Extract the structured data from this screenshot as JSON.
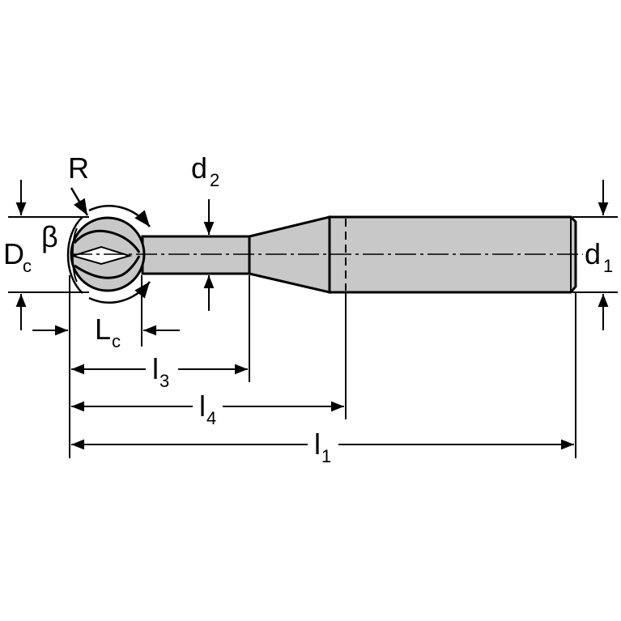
{
  "labels": {
    "r": "R",
    "beta": "β",
    "dc_main": "D",
    "dc_sub": "c",
    "lc_main": "L",
    "lc_sub": "c",
    "d2_main": "d",
    "d2_sub": "2",
    "d1_main": "d",
    "d1_sub": "1",
    "l3_main": "l",
    "l3_sub": "3",
    "l4_main": "l",
    "l4_sub": "4",
    "l1_main": "l",
    "l1_sub": "1"
  },
  "colors": {
    "body_fill": "#c8c8c8",
    "line": "#000000",
    "background": "#ffffff"
  }
}
